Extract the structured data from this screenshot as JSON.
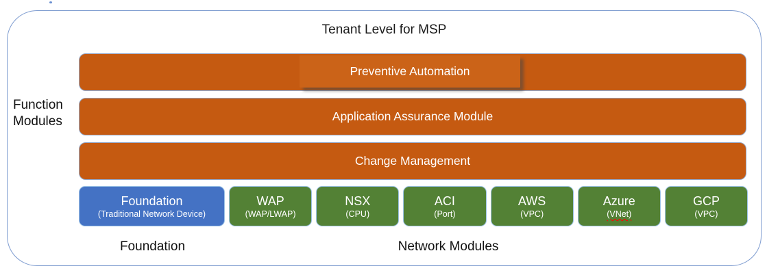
{
  "diagram": {
    "title": "Tenant Level for MSP",
    "left_label": "Function Modules",
    "function_modules": [
      {
        "label": "Preventive Automation"
      },
      {
        "label": "Application Assurance Module"
      },
      {
        "label": "Change Management"
      }
    ],
    "modules": [
      {
        "name": "Foundation",
        "sub": "(Traditional Network Device)"
      },
      {
        "name": "WAP",
        "sub": "(WAP/LWAP)"
      },
      {
        "name": "NSX",
        "sub": "(CPU)"
      },
      {
        "name": "ACI",
        "sub": "(Port)"
      },
      {
        "name": "AWS",
        "sub": "(VPC)"
      },
      {
        "name": "Azure",
        "sub": "(VNet)"
      },
      {
        "name": "GCP",
        "sub": "(VPC)"
      }
    ],
    "bottom_labels": {
      "foundation": "Foundation",
      "network": "Network Modules"
    },
    "colors": {
      "bar_orange": "#C55A11",
      "overlay_orange": "#CB6318",
      "module_green": "#538135",
      "foundation_blue": "#4472C4",
      "box_border": "#9DC3E6",
      "frame_border": "#7E9CD0",
      "spellcheck_underline": "#FF0000"
    }
  }
}
